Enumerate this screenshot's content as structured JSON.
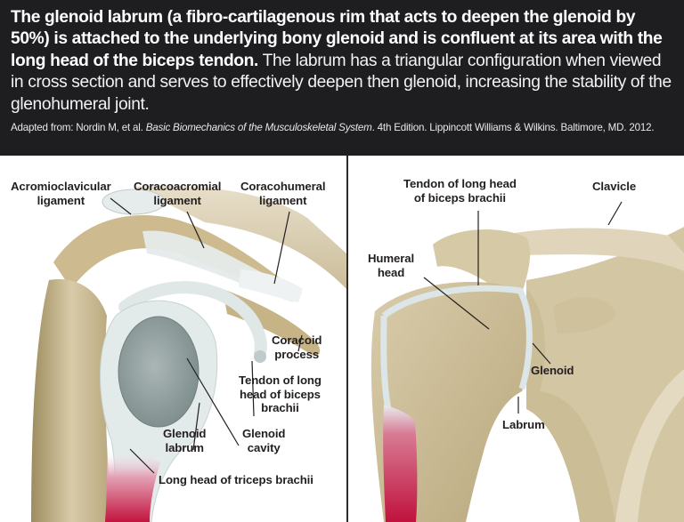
{
  "header": {
    "lead_bold": "The glenoid labrum (a fibro-cartilagenous rim that acts to deepen the glenoid by 50%) is attached to the underlying bony glenoid and is confluent at its area with the long head of the biceps tendon.",
    "lead_normal": "The labrum has a triangular configuration when viewed in cross section and serves to effectively deepen then glenoid, increasing the stability of the glenohumeral joint.",
    "citation_prefix": "Adapted from: Nordin M, et al. ",
    "citation_title": "Basic Biomechanics of the Musculoskeletal System",
    "citation_suffix": ". 4th Edition. Lippincott Williams & Wilkins. Baltimore, MD. 2012."
  },
  "left_panel": {
    "labels": {
      "acromioclavicular": "Acromioclavicular\nligament",
      "coracoacromial": "Coracoacromial\nligament",
      "coracohumeral": "Coracohumeral\nligament",
      "coracoid_process": "Coracoid\nprocess",
      "biceps_tendon": "Tendon of long\nhead of biceps\nbrachii",
      "glenoid_labrum": "Glenoid\nlabrum",
      "glenoid_cavity": "Glenoid\ncavity",
      "triceps": "Long head of triceps brachii"
    }
  },
  "right_panel": {
    "labels": {
      "biceps_tendon": "Tendon of long head\nof biceps brachii",
      "clavicle": "Clavicle",
      "humeral_head": "Humeral\nhead",
      "glenoid": "Glenoid",
      "labrum": "Labrum"
    }
  },
  "colors": {
    "header_bg": "#1e1d1f",
    "bone": "#d8cdb0",
    "bone_shadow": "#a8996f",
    "cartilage": "#e4ecec",
    "glenoid_cavity": "#8f9e9e",
    "muscle": "#c8284e"
  }
}
